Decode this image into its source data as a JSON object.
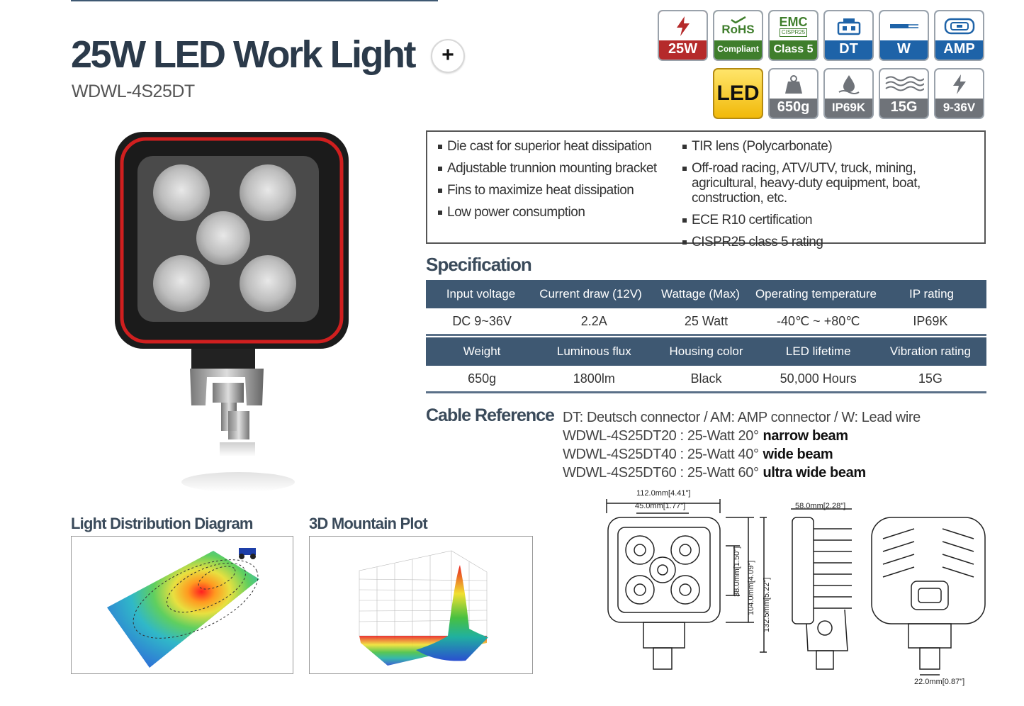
{
  "header": {
    "title": "25W LED Work Light",
    "plus": "+",
    "model": "WDWL-4S25DT"
  },
  "badges": {
    "row1": [
      {
        "icon": "lightning-icon",
        "label": "25W",
        "color": "#b52a2a"
      },
      {
        "icon": "rohs-check-icon",
        "top": "RoHS",
        "label": "Compliant",
        "color": "#3f7e2c"
      },
      {
        "icon": "emc-icon",
        "top": "EMC",
        "sub": "CISPR25",
        "label": "Class 5",
        "color": "#3f7e2c"
      },
      {
        "icon": "connector-dt-icon",
        "label": "DT",
        "color": "#1e63a8"
      },
      {
        "icon": "lead-wire-icon",
        "label": "W",
        "color": "#1e63a8"
      },
      {
        "icon": "connector-amp-icon",
        "label": "AMP",
        "color": "#1e63a8"
      }
    ],
    "row2": [
      {
        "icon": "led-icon",
        "label": "LED",
        "color": "#f1b90a"
      },
      {
        "icon": "weight-icon",
        "label": "650g",
        "color": "#6f7379"
      },
      {
        "icon": "water-drop-icon",
        "label": "IP69K",
        "color": "#6f7379"
      },
      {
        "icon": "vibration-icon",
        "label": "15G",
        "color": "#6f7379"
      },
      {
        "icon": "voltage-icon",
        "label": "9-36V",
        "color": "#6f7379"
      }
    ]
  },
  "features": {
    "left": [
      "Die cast for superior heat dissipation",
      "Adjustable trunnion mounting bracket",
      "Fins to maximize heat dissipation",
      "Low power consumption"
    ],
    "right": [
      "TIR lens (Polycarbonate)",
      "Off-road racing, ATV/UTV, truck, mining, agricultural, heavy-duty equipment, boat, construction, etc.",
      "ECE R10 certification",
      "CISPR25 class 5 rating"
    ]
  },
  "specification": {
    "heading": "Specification",
    "table1": {
      "headers": [
        "Input voltage",
        "Current draw (12V)",
        "Wattage (Max)",
        "Operating temperature",
        "IP rating"
      ],
      "values": [
        "DC 9~36V",
        "2.2A",
        "25 Watt",
        "-40℃ ~ +80℃",
        "IP69K"
      ]
    },
    "table2": {
      "headers": [
        "Weight",
        "Luminous flux",
        "Housing color",
        "LED lifetime",
        "Vibration rating"
      ],
      "values": [
        "650g",
        "1800lm",
        "Black",
        "50,000 Hours",
        "15G"
      ]
    }
  },
  "cable": {
    "heading": "Cable Reference",
    "legend": "DT: Deutsch connector / AM: AMP connector / W: Lead wire",
    "variants": [
      {
        "code": "WDWL-4S25DT20 : 25-Watt 20°",
        "beam": "narrow beam"
      },
      {
        "code": "WDWL-4S25DT40 : 25-Watt 40°",
        "beam": "wide beam"
      },
      {
        "code": "WDWL-4S25DT60 : 25-Watt 60°",
        "beam": "ultra wide beam"
      }
    ]
  },
  "diagrams": {
    "light_distribution": "Light Distribution Diagram",
    "mountain_plot": "3D Mountain Plot"
  },
  "dimensions": {
    "width_total": "112.0mm[4.41\"]",
    "width_inner": "45.0mm[1.77\"]",
    "h1": "38.0mm[1.50\"]",
    "h2": "104.0mm[4.09\"]",
    "h3": "132.5mm[5.22\"]",
    "depth": "58.0mm[2.28\"]",
    "bolt": "22.0mm[0.87\"]"
  }
}
